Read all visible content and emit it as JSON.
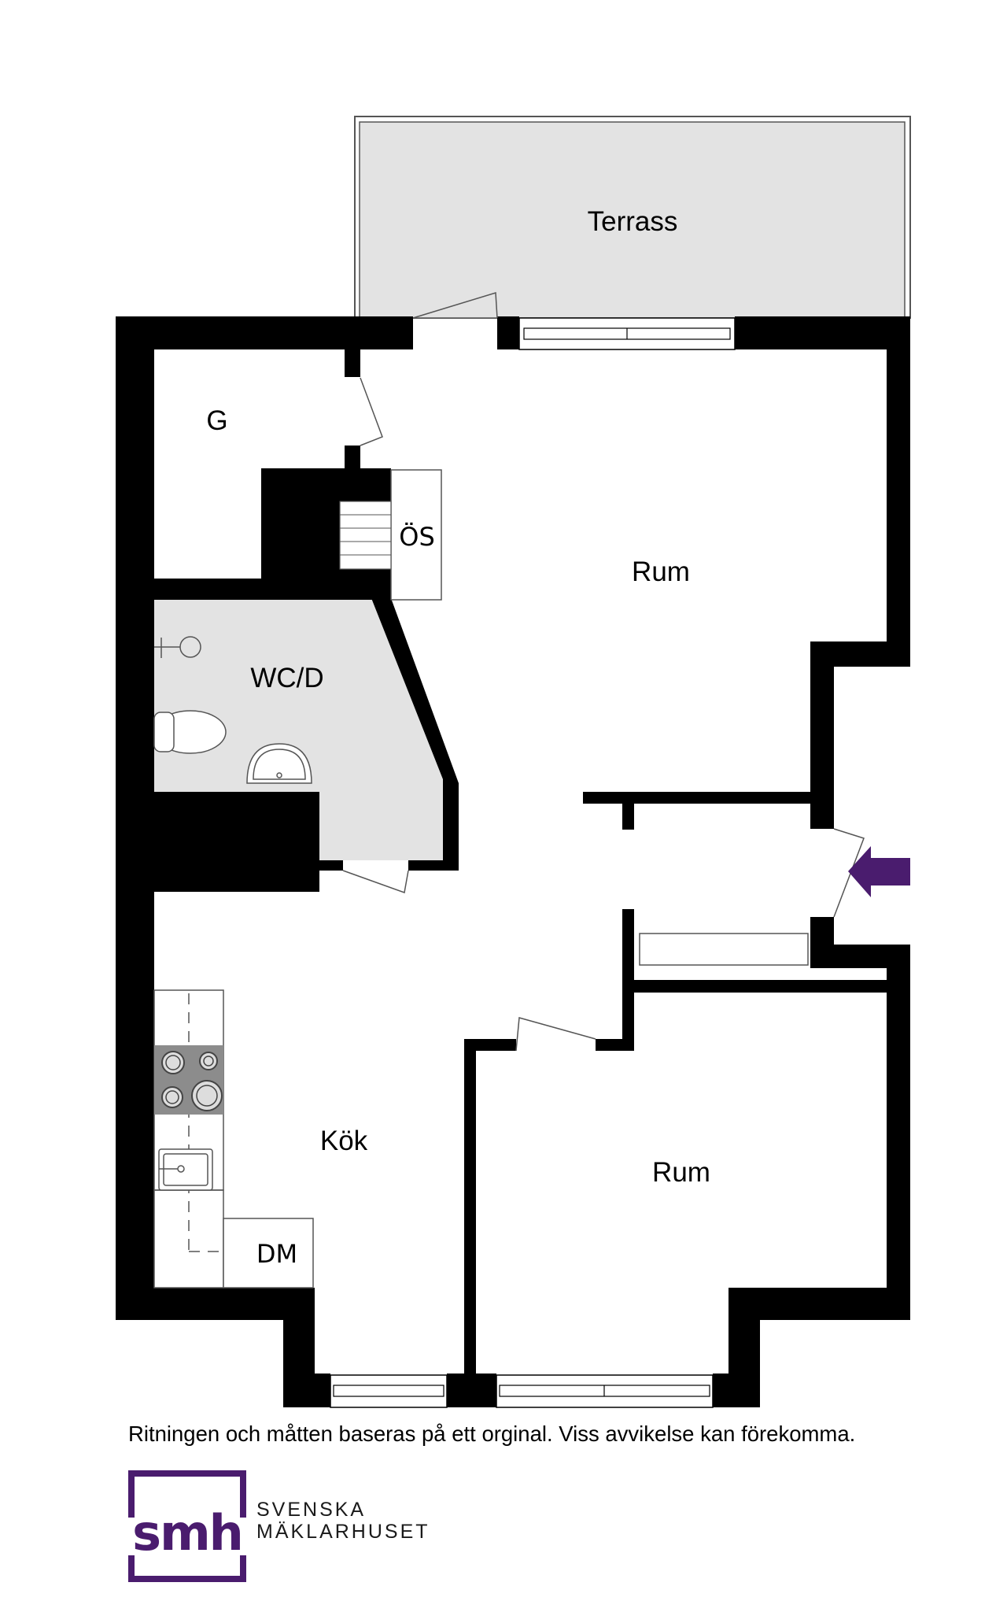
{
  "rooms": {
    "terrace": "Terrass",
    "garderob": "G",
    "stairs": "ÖS",
    "living_room": "Rum",
    "bathroom": "WC/D",
    "kitchen": "Kök",
    "bedroom": "Rum",
    "dishwasher": "DM"
  },
  "disclaimer": "Ritningen och måtten baseras på ett orginal. Viss avvikelse kan förekomma.",
  "brand": {
    "logo_text": "smh",
    "line1": "SVENSKA",
    "line2": "MÄKLARHUSET",
    "color": "#4a1c6e"
  },
  "colors": {
    "wall": "#000000",
    "terrace_fill": "#e3e3e3",
    "wet_room_fill": "#e3e3e3",
    "entrance_arrow": "#4a1c6e"
  },
  "icons": {
    "entrance": "entrance-arrow-icon",
    "stove": "stove-icon",
    "sink": "sink-icon",
    "toilet": "toilet-icon",
    "washbasin": "washbasin-icon",
    "shower": "shower-icon"
  }
}
